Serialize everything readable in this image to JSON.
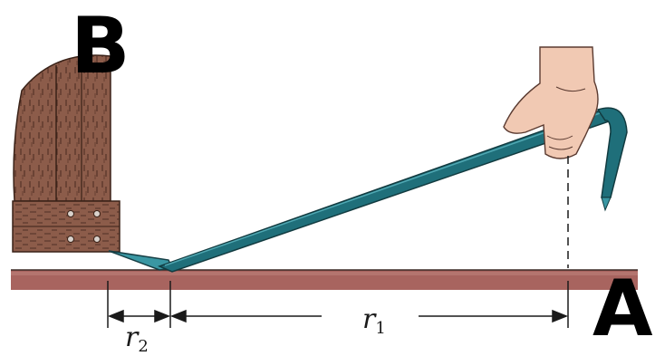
{
  "labels": {
    "point_b": "B",
    "point_a": "A"
  },
  "dimensions": {
    "r1": {
      "symbol": "r",
      "subscript": "1"
    },
    "r2": {
      "symbol": "r",
      "subscript": "2"
    }
  },
  "colors": {
    "crowbar": "#1f6f7a",
    "crowbar_highlight": "#3a97a3",
    "ground": "#a8645f",
    "wood": "#8a5a48",
    "skin": "#f1c9b3",
    "lines": "#1a1a1a"
  }
}
